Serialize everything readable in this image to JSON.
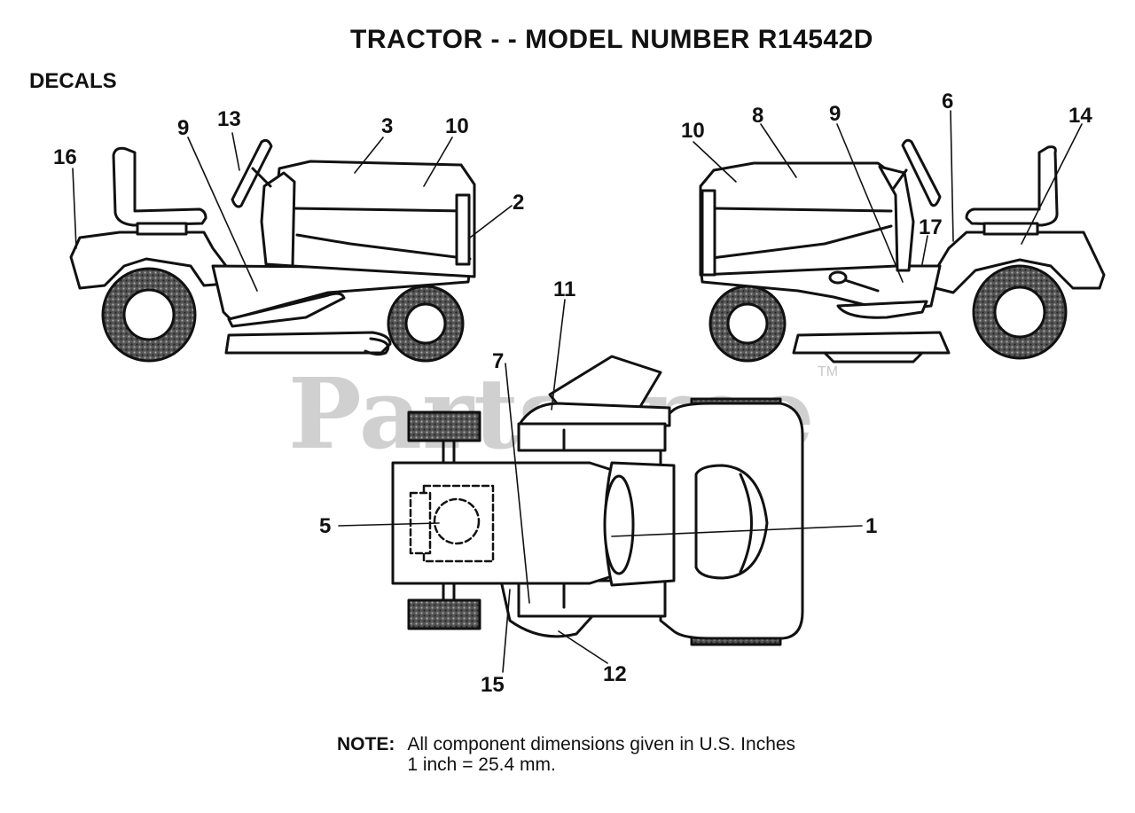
{
  "title": "TRACTOR - - MODEL NUMBER R14542D",
  "section": "DECALS",
  "watermark": "PartsTree",
  "watermark_tm": "TM",
  "callouts": {
    "c1": "1",
    "c2": "2",
    "c3": "3",
    "c5": "5",
    "c6": "6",
    "c7": "7",
    "c8": "8",
    "c9a": "9",
    "c9b": "9",
    "c10a": "10",
    "c10b": "10",
    "c11": "11",
    "c12": "12",
    "c13": "13",
    "c14": "14",
    "c15": "15",
    "c16": "16",
    "c17": "17"
  },
  "note": {
    "label": "NOTE:",
    "line1": "All component dimensions given in U.S. Inches",
    "line2": "1 inch = 25.4 mm."
  }
}
